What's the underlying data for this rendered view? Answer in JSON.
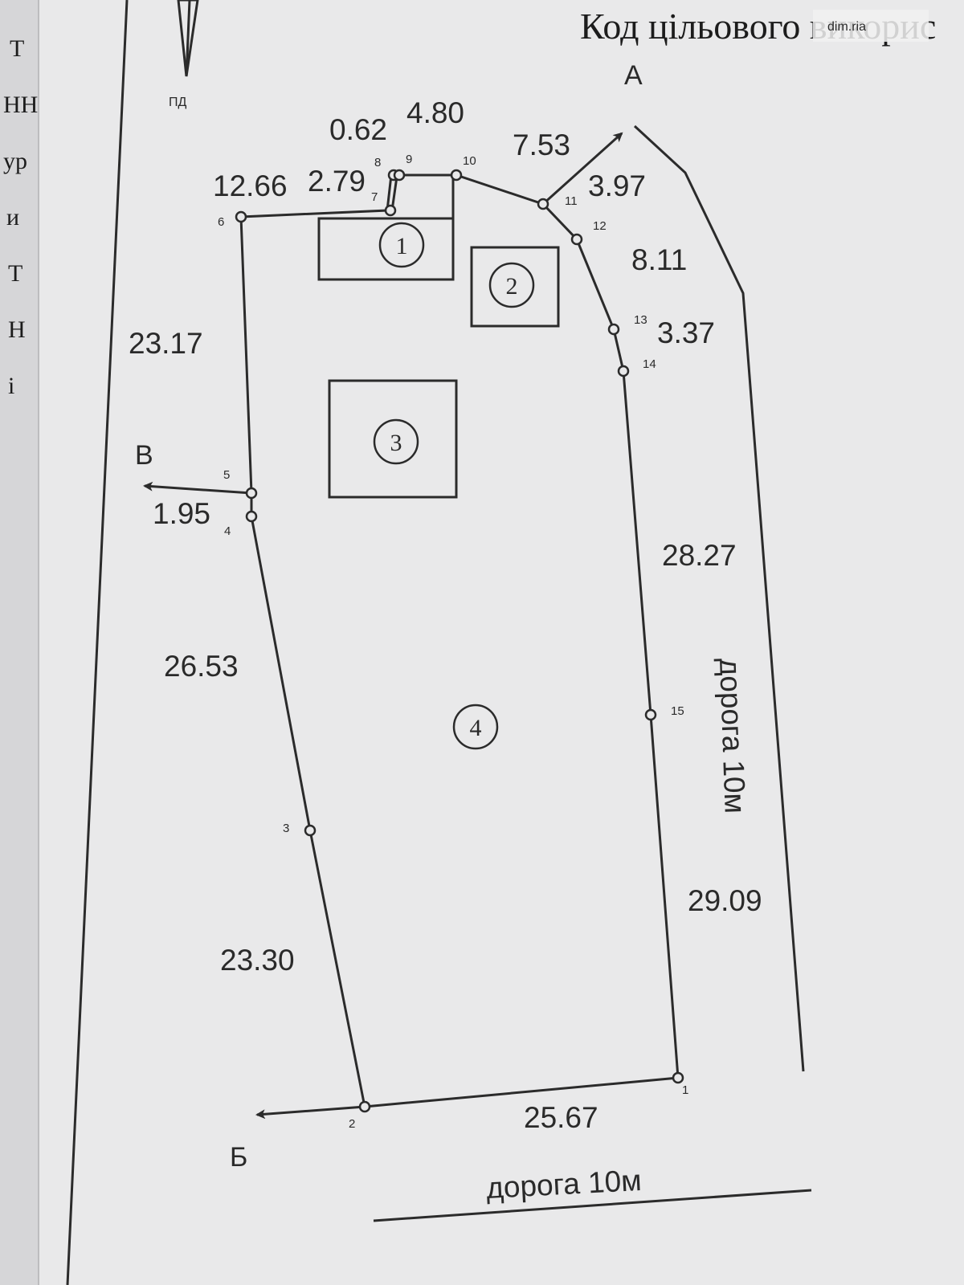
{
  "header": {
    "title": "Код цільового викорис",
    "overlay_text": "dim.ria"
  },
  "north": {
    "label": "ПД"
  },
  "left_margin_text": [
    "Т",
    "НН",
    "ур",
    "и",
    "Т",
    "Н",
    "і"
  ],
  "diagram": {
    "directions": {
      "A": "А",
      "B": "Б",
      "V": "В"
    },
    "parcels": [
      "1",
      "2",
      "3",
      "4"
    ],
    "points": [
      "1",
      "2",
      "3",
      "4",
      "5",
      "6",
      "7",
      "8",
      "9",
      "10",
      "11",
      "12",
      "13",
      "14",
      "15"
    ],
    "dimensions": {
      "d_0_62": "0.62",
      "d_4_80": "4.80",
      "d_7_53": "7.53",
      "d_12_66": "12.66",
      "d_2_79": "2.79",
      "d_3_97": "3.97",
      "d_8_11": "8.11",
      "d_3_37": "3.37",
      "d_23_17": "23.17",
      "d_1_95": "1.95",
      "d_28_27": "28.27",
      "d_26_53": "26.53",
      "d_29_09": "29.09",
      "d_23_30": "23.30",
      "d_25_67": "25.67"
    },
    "roads": {
      "right": "дорога 10м",
      "bottom": "дорога 10м"
    }
  }
}
